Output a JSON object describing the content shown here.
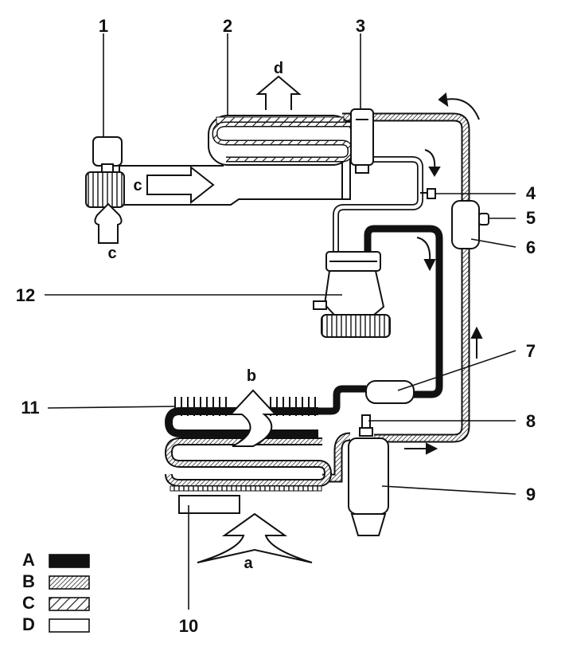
{
  "callouts": [
    "1",
    "2",
    "3",
    "4",
    "5",
    "6",
    "7",
    "8",
    "9",
    "10",
    "11",
    "12"
  ],
  "flows": {
    "a": "a",
    "b": "b",
    "c1": "c",
    "c2": "c",
    "d": "d"
  },
  "legend": [
    {
      "key": "A",
      "style": "solid-black"
    },
    {
      "key": "B",
      "style": "dense-hatch"
    },
    {
      "key": "C",
      "style": "diagonal-hatch"
    },
    {
      "key": "D",
      "style": "white"
    }
  ]
}
